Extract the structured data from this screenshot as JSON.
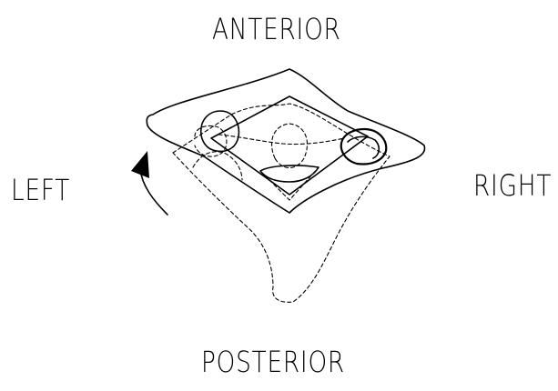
{
  "labels": {
    "anterior": "ANTERIOR",
    "left": "LEFT",
    "right": "RIGHT",
    "posterior": "POSTERIOR"
  },
  "colors": {
    "ink": "#000000",
    "background": "#ffffff"
  }
}
